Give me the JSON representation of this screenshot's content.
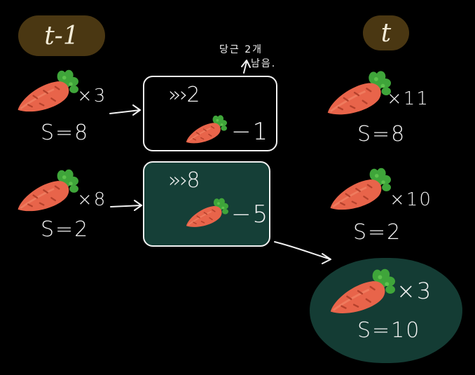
{
  "labels": {
    "prev_time": "t-1",
    "curr_time": "t",
    "note_line1": "당근 2개",
    "note_line2": "남음."
  },
  "left": {
    "top": {
      "mult": "×3",
      "seed": "S=8"
    },
    "bottom": {
      "mult": "×8",
      "seed": "S=2"
    }
  },
  "middle": {
    "top": {
      "chevrons": "»›2",
      "delta": "−1"
    },
    "bottom": {
      "chevrons": "»›8",
      "delta": "−5"
    }
  },
  "right": {
    "top": {
      "mult": "×11",
      "seed": "S=8"
    },
    "middle": {
      "mult": "×10",
      "seed": "S=2"
    },
    "bottom": {
      "mult": "×3",
      "seed": "S=10"
    }
  },
  "colors": {
    "background": "#000000",
    "pill": "#4a3712",
    "teal": "#153f37",
    "carrot": "#e8644a",
    "leaf": "#4caf3e"
  },
  "icons": [
    "carrot-icon",
    "arrow-right-icon",
    "arrow-up-icon"
  ]
}
